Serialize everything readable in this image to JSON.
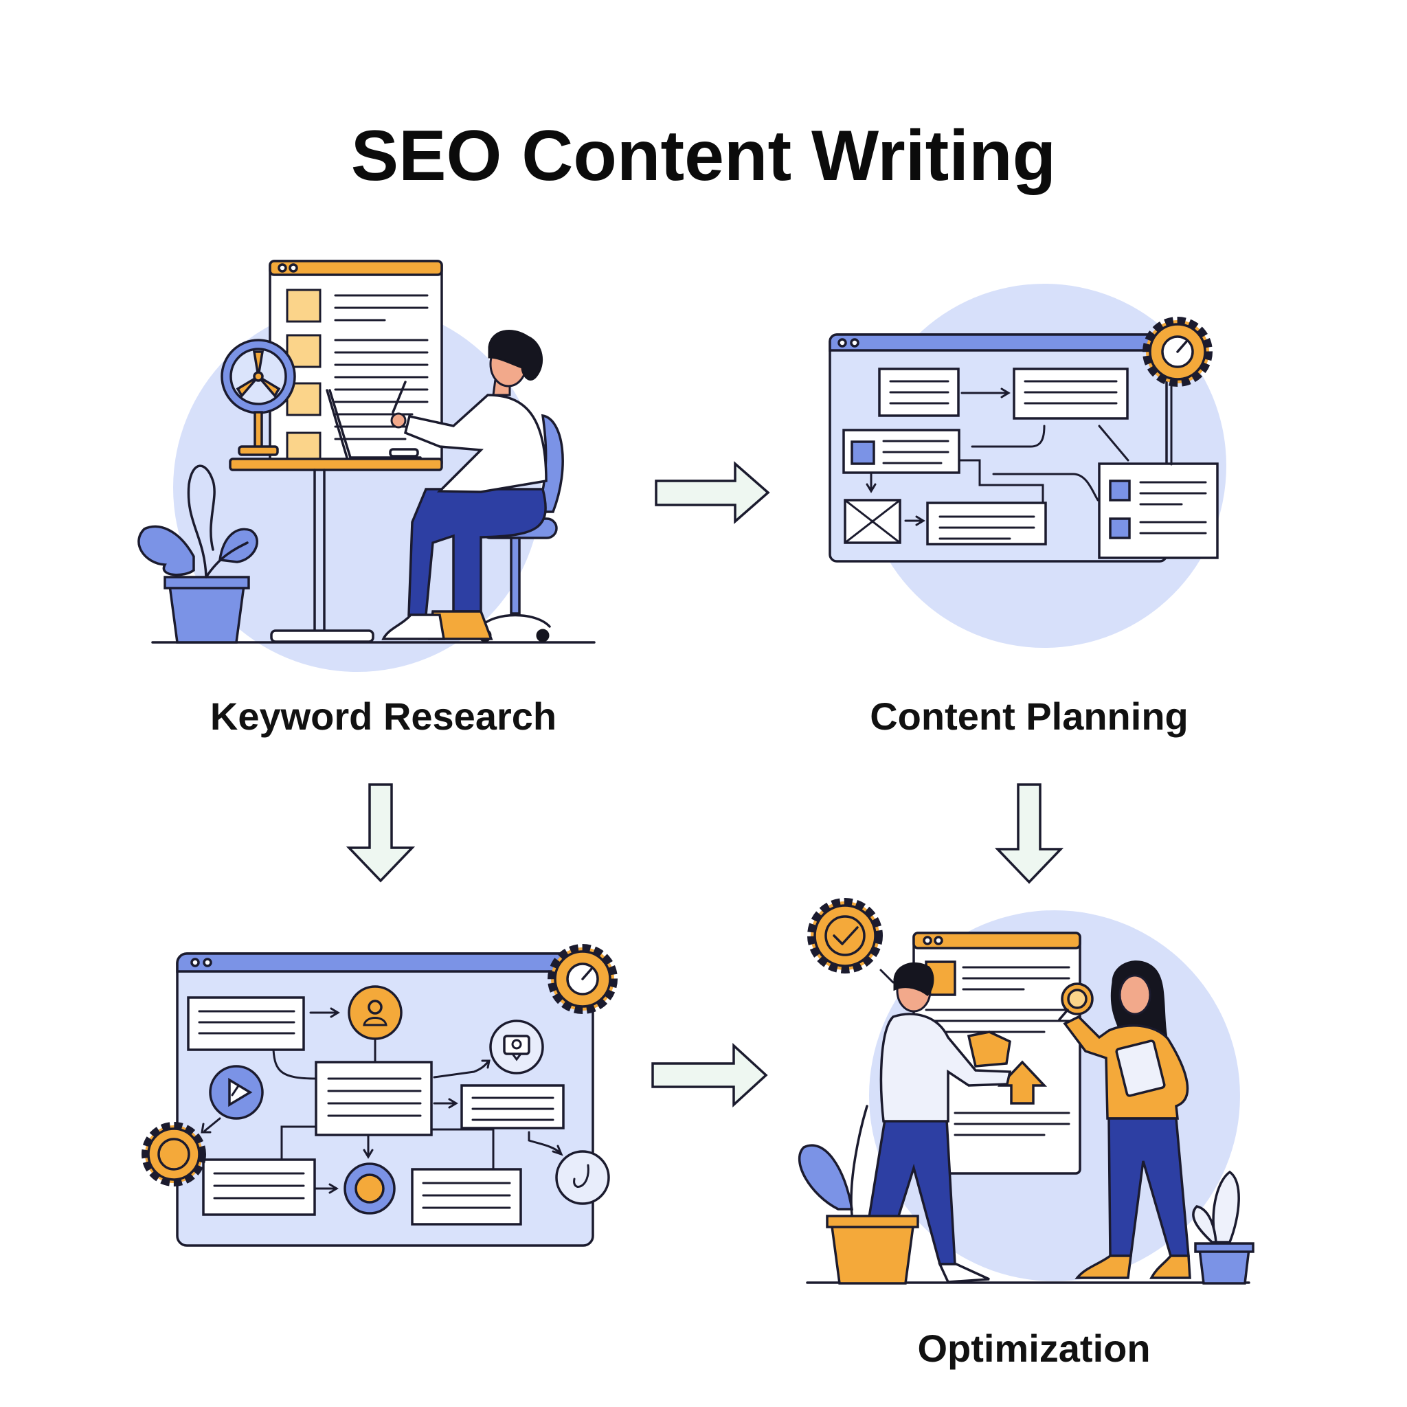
{
  "title": "SEO Content Writing",
  "steps": [
    {
      "label": "Keyword Research"
    },
    {
      "label": "Content Planning"
    },
    {
      "label": ""
    },
    {
      "label": "Optimization"
    }
  ],
  "colors": {
    "accent_orange": "#f4a93a",
    "accent_blue": "#7b93e6",
    "navy": "#2d3fa3",
    "panel_blue": "#d9e2fb",
    "arrow_fill": "#eef7f1"
  },
  "icons": [
    "gear-icon",
    "checkmark-badge-icon",
    "user-icon",
    "play-icon",
    "chat-icon",
    "magnifier-icon",
    "arrow-up-icon"
  ]
}
